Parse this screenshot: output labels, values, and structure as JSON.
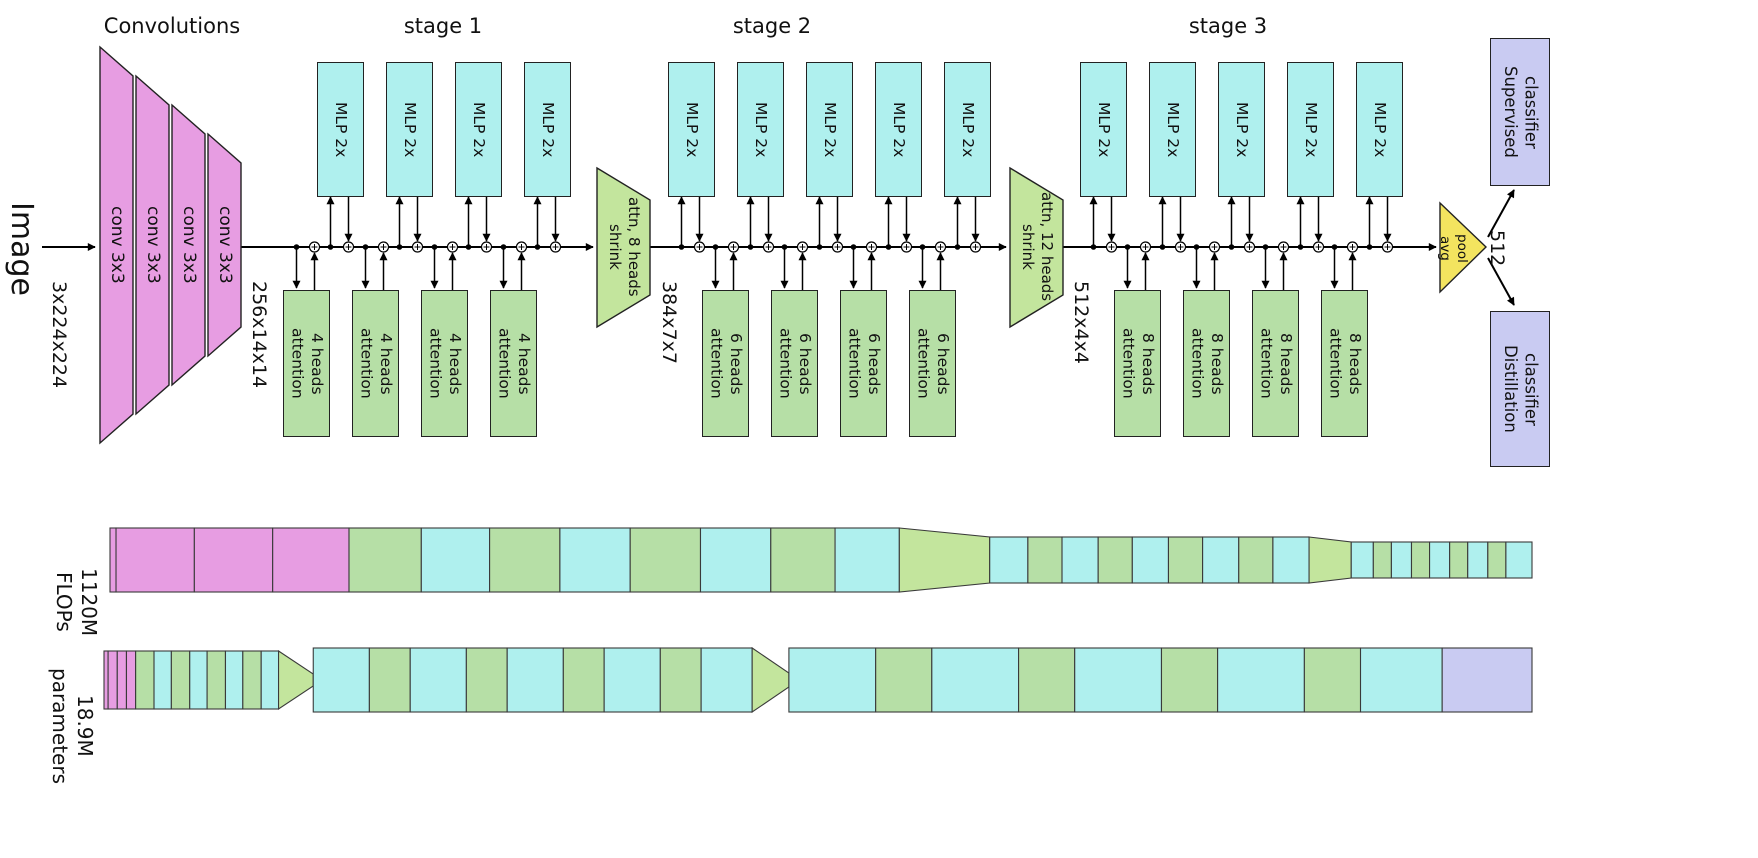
{
  "colors": {
    "conv": "#e79de2",
    "mlp": "#aff0ee",
    "attention": "#b6dfa6",
    "shrink": "#c3e59d",
    "avg_pool": "#f3e45f",
    "classifier": "#c9cbf2",
    "line": "#000000"
  },
  "diagram": {
    "input_label": "Image",
    "input_dim": "3x224x224",
    "conv_header": "Convolutions",
    "conv_label": "conv 3x3",
    "conv_output_dim": "256x14x14",
    "stage1": {
      "header": "stage 1",
      "mlp_label": "MLP 2x",
      "attn_label": "attention\n4 heads"
    },
    "shrink1_label": "shrink\nattn, 8 heads",
    "stage2_input_dim": "384x7x7",
    "stage2": {
      "header": "stage 2",
      "mlp_label": "MLP 2x",
      "attn_label": "attention\n6 heads"
    },
    "shrink2_label": "shrink\nattn, 12 heads",
    "stage3_input_dim": "512x4x4",
    "stage3": {
      "header": "stage 3",
      "mlp_label": "MLP 2x",
      "attn_label": "attention\n8 heads"
    },
    "avg_pool_label": "avg\npool",
    "avg_pool_output_dim": "512",
    "supervised_classifier_label": "Supervised\nclassifier",
    "distillation_classifier_label": "Distillation\nclassifier"
  },
  "bars": {
    "flops": {
      "label": "FLOPs\n1120M",
      "segments": [
        [
          "conv",
          6,
          64
        ],
        [
          "conv",
          78,
          64
        ],
        [
          "conv",
          78,
          64
        ],
        [
          "conv",
          76,
          64
        ],
        [
          "attn",
          72,
          64
        ],
        [
          "mlp",
          68,
          64
        ],
        [
          "attn",
          70,
          64
        ],
        [
          "mlp",
          70,
          64
        ],
        [
          "attn",
          70,
          64
        ],
        [
          "mlp",
          70,
          64
        ],
        [
          "attn",
          64,
          64
        ],
        [
          "mlp",
          64,
          64
        ],
        [
          "shrink",
          90,
          64,
          46
        ],
        [
          "mlp",
          38,
          46
        ],
        [
          "attn",
          34,
          46
        ],
        [
          "mlp",
          36,
          46
        ],
        [
          "attn",
          34,
          46
        ],
        [
          "mlp",
          36,
          46
        ],
        [
          "attn",
          34,
          46
        ],
        [
          "mlp",
          36,
          46
        ],
        [
          "attn",
          34,
          46
        ],
        [
          "mlp",
          36,
          46
        ],
        [
          "shrink",
          42,
          46,
          36
        ],
        [
          "mlp",
          22,
          36
        ],
        [
          "attn",
          18,
          36
        ],
        [
          "mlp",
          20,
          36
        ],
        [
          "attn",
          18,
          36
        ],
        [
          "mlp",
          20,
          36
        ],
        [
          "attn",
          18,
          36
        ],
        [
          "mlp",
          20,
          36
        ],
        [
          "attn",
          18,
          36
        ],
        [
          "mlp",
          26,
          36
        ]
      ]
    },
    "params": {
      "label": "parameters\n18.9M",
      "segments": [
        [
          "conv",
          4,
          58
        ],
        [
          "conv",
          9,
          58
        ],
        [
          "conv",
          9,
          58
        ],
        [
          "conv",
          9,
          58
        ],
        [
          "attn",
          18,
          58
        ],
        [
          "mlp",
          17,
          58
        ],
        [
          "attn",
          18,
          58
        ],
        [
          "mlp",
          17,
          58
        ],
        [
          "attn",
          18,
          58
        ],
        [
          "mlp",
          17,
          58
        ],
        [
          "attn",
          18,
          58
        ],
        [
          "mlp",
          17,
          58
        ],
        [
          "shrink",
          34,
          58,
          12
        ],
        [
          "mlp",
          55,
          64
        ],
        [
          "attn",
          40,
          64
        ],
        [
          "mlp",
          55,
          64
        ],
        [
          "attn",
          40,
          64
        ],
        [
          "mlp",
          55,
          64
        ],
        [
          "attn",
          40,
          64
        ],
        [
          "mlp",
          55,
          64
        ],
        [
          "attn",
          40,
          64
        ],
        [
          "mlp",
          50,
          64
        ],
        [
          "shrink",
          36,
          64,
          14
        ],
        [
          "mlp",
          85,
          64
        ],
        [
          "attn",
          55,
          64
        ],
        [
          "mlp",
          85,
          64
        ],
        [
          "attn",
          55,
          64
        ],
        [
          "mlp",
          85,
          64
        ],
        [
          "attn",
          55,
          64
        ],
        [
          "mlp",
          85,
          64
        ],
        [
          "attn",
          55,
          64
        ],
        [
          "mlp",
          80,
          64
        ],
        [
          "cls",
          88,
          64
        ]
      ]
    }
  }
}
